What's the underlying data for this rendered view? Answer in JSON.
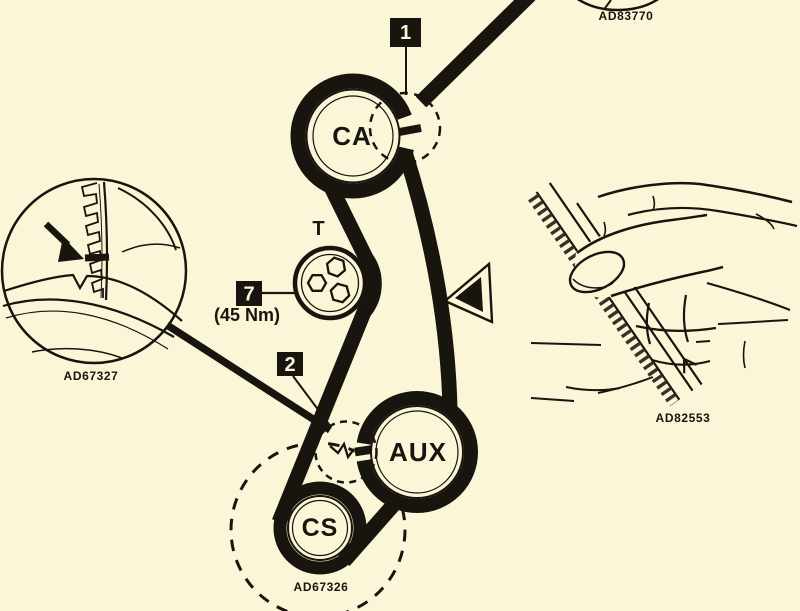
{
  "figure": {
    "background_color": "#faf6d7",
    "ink_color": "#18140e",
    "pulleys": {
      "camshaft": "CA",
      "tensioner": "T",
      "auxiliary": "AUX",
      "crankshaft": "CS"
    },
    "callouts": {
      "belt_mark_cam": "1",
      "belt_mark_crank": "2",
      "tensioner_bolt": "7",
      "tensioner_torque": "(45 Nm)"
    },
    "ref_codes": {
      "top_right": "AD83770",
      "tooth_inset": "AD67327",
      "hand_inset": "AD82553",
      "crank_area": "AD67326"
    }
  }
}
